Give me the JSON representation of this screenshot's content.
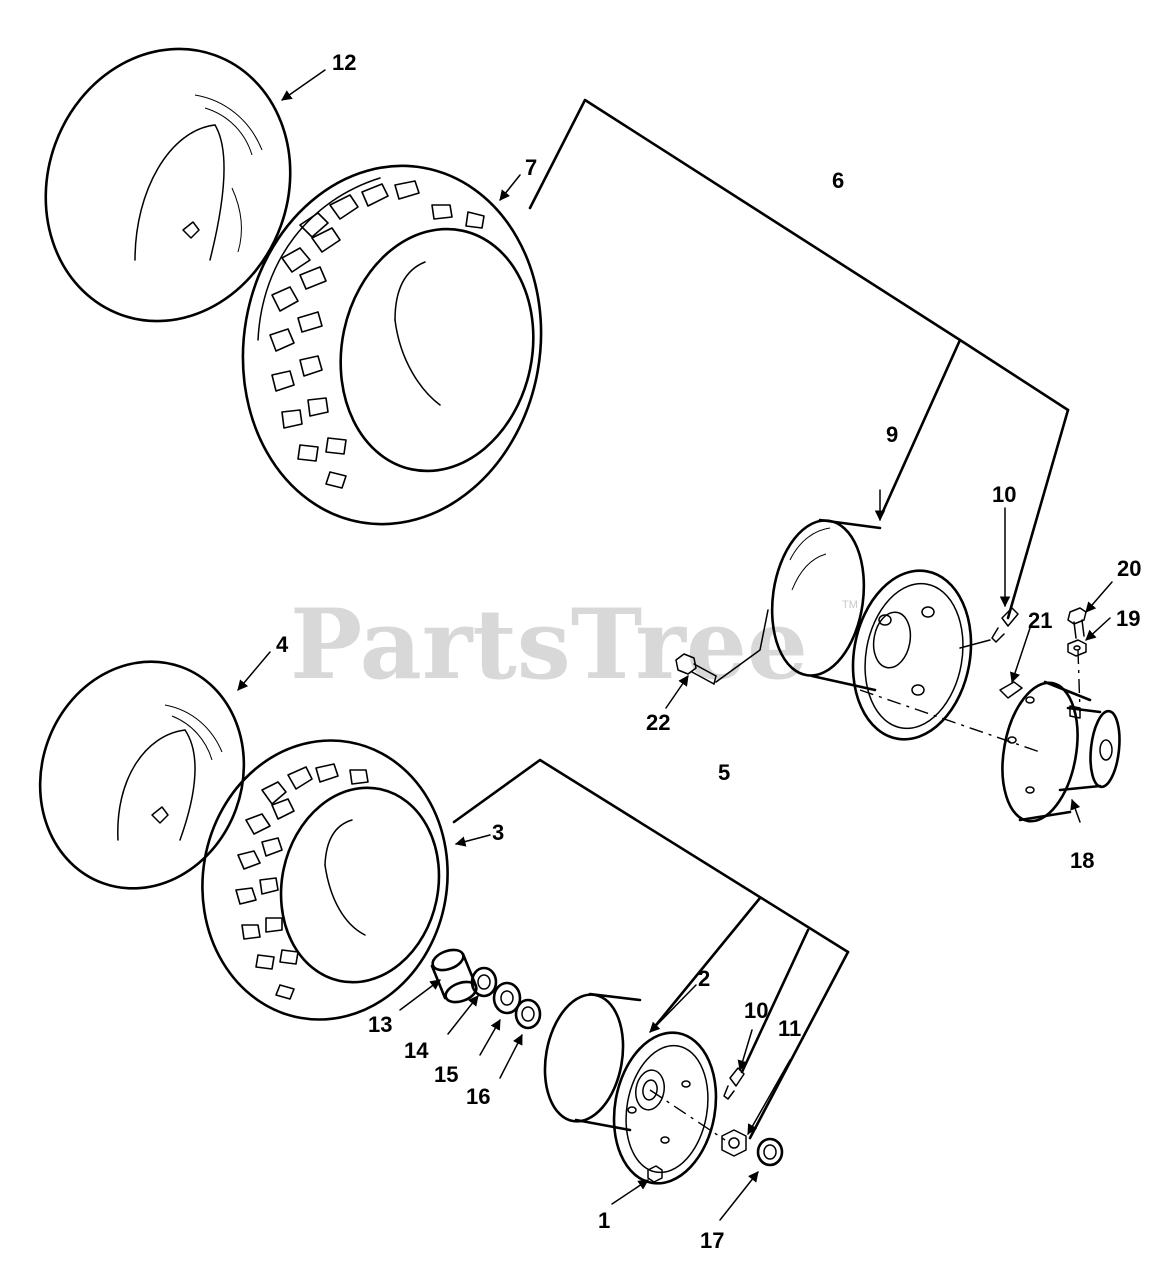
{
  "watermark": {
    "text": "PartsTree",
    "mark": "TM"
  },
  "callouts": {
    "c1": "1",
    "c2": "2",
    "c3": "3",
    "c4": "4",
    "c5": "5",
    "c6": "6",
    "c7": "7",
    "c9": "9",
    "c10a": "10",
    "c10b": "10",
    "c11": "11",
    "c12": "12",
    "c13": "13",
    "c14": "14",
    "c15": "15",
    "c16": "16",
    "c17": "17",
    "c18": "18",
    "c19": "19",
    "c20": "20",
    "c21": "21",
    "c22": "22"
  }
}
